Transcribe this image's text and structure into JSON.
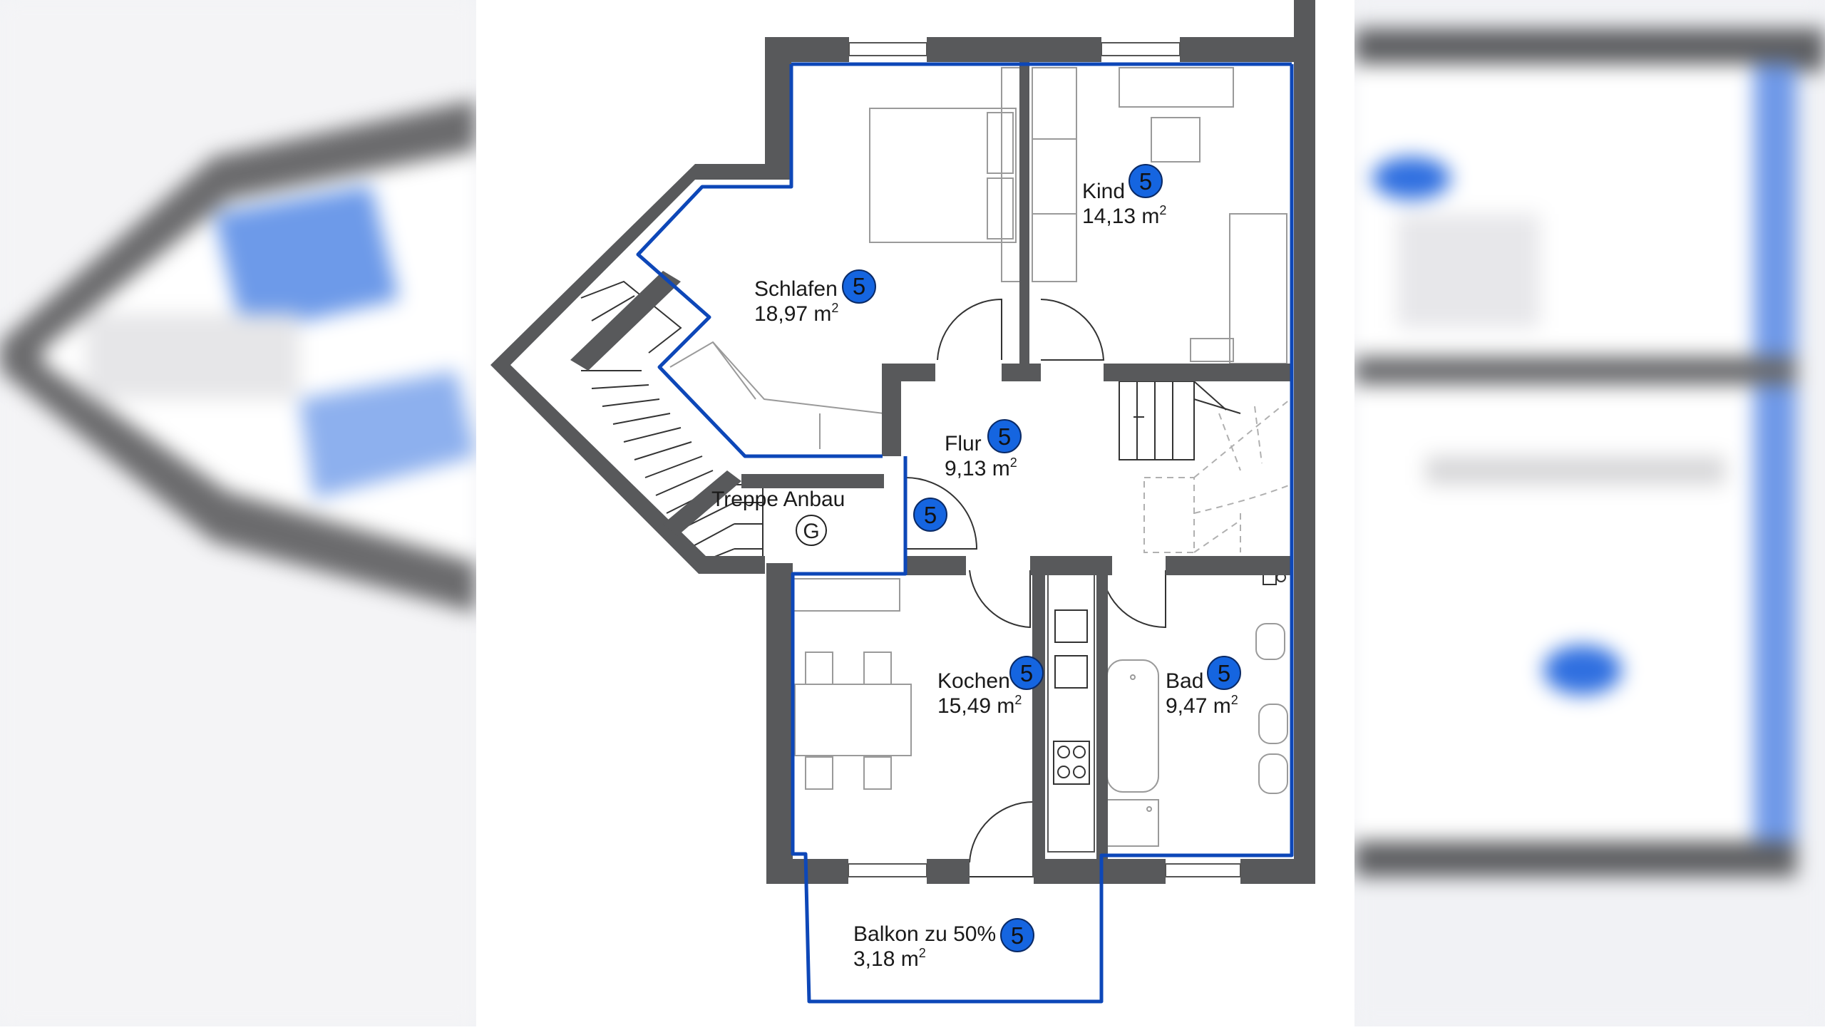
{
  "rooms": [
    {
      "id": "schlafen",
      "name": "Schlafen",
      "area": "18,97 m",
      "badge": "5"
    },
    {
      "id": "kind",
      "name": "Kind",
      "area": "14,13 m",
      "badge": "5"
    },
    {
      "id": "flur",
      "name": "Flur",
      "area": "9,13 m",
      "badge": "5"
    },
    {
      "id": "kochen",
      "name": "Kochen",
      "area": "15,49 m",
      "badge": "5"
    },
    {
      "id": "bad",
      "name": "Bad",
      "area": "9,47 m",
      "badge": "5"
    },
    {
      "id": "balkon",
      "name": "Balkon zu 50%",
      "area": "3,18 m",
      "badge": "5"
    }
  ],
  "area_unit_superscript": "2",
  "stair": {
    "name": "Treppe Anbau",
    "marker": "G",
    "badge": "5"
  },
  "colors": {
    "wall": "#58595b",
    "outline": "#0d47b8",
    "badge": "#1565e0",
    "furniture": "#9a9a9a",
    "dashed": "#b0b0b0"
  }
}
